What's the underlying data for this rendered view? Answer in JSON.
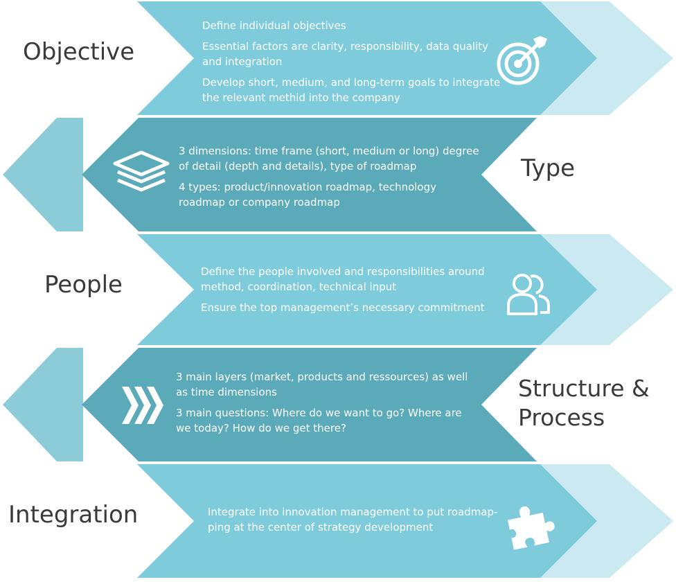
{
  "rows": [
    {
      "label": "Objective",
      "icon": "target-icon",
      "bullets": [
        "Define individual objectives",
        "Essential factors are clarity, responsibility, data quality and integration",
        "Develop short, medium, and long-term goals to integrate the relevant methid into the company"
      ]
    },
    {
      "label": "Type",
      "icon": "layers-icon",
      "bullets": [
        "3 dimensions: time frame (short, medium or long) degree of detail (depth and details), type of roadmap",
        "4 types: product/innovation roadmap, technology roadmap or company roadmap"
      ]
    },
    {
      "label": "People",
      "icon": "people-icon",
      "bullets": [
        "Define the people involved and responsibilities around method, coordination, technical input",
        "Ensure the top management’s necessary commitment"
      ]
    },
    {
      "label": "Structure & Process",
      "icon": "triple-chevron-icon",
      "bullets": [
        "3 main layers (market, products and ressources) as well as time dimensions",
        "3 main questions: Where do we want to go? Where are we today? How do we get there?"
      ]
    },
    {
      "label": "Integration",
      "icon": "puzzle-icon",
      "bullets": [
        "Integrate into innovation management to put roadmap-ping at the center of strategy development"
      ]
    }
  ],
  "colors": {
    "light_band": "#7ecbdb",
    "light_tail": "#cbe9f1",
    "dark_band": "#5aaab9",
    "dark_tail": "#8ccbd8",
    "label_text": "#3a3a3a",
    "body_text": "#ffffff"
  }
}
